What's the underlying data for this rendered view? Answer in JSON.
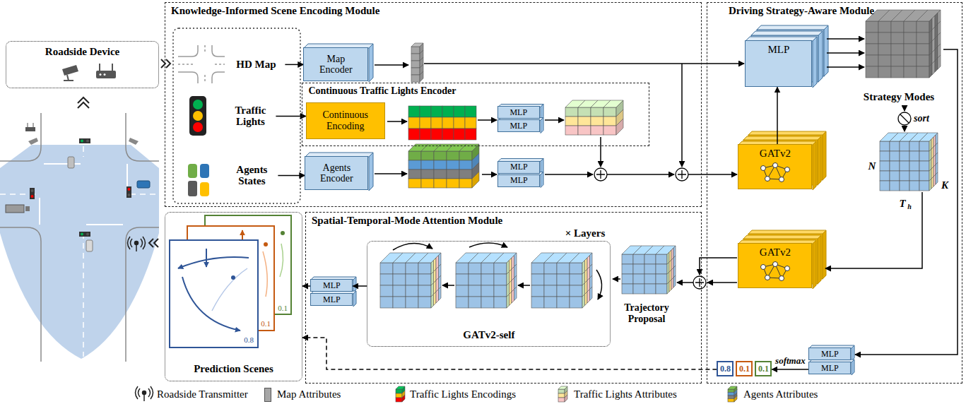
{
  "diagram": {
    "nodes": [
      {
        "text": [
          "Roadside Device"
        ]
      },
      {
        "text": [
          "Knowledge-Informed Scene Encoding Module"
        ]
      },
      {
        "text": [
          "HD Map"
        ],
        "in": 1
      },
      {
        "text": [
          "Map Encoder"
        ],
        "in": 1
      },
      {
        "text": [
          "Traffic Lights"
        ],
        "in": 1
      },
      {
        "text": [
          "Continuous Traffic Lights Encoder"
        ],
        "in": 1
      },
      {
        "text": [
          "Continuous Encoding"
        ],
        "in": 5
      },
      {
        "text": [
          "MLP"
        ],
        "in": 5
      },
      {
        "text": [
          "MLP"
        ],
        "in": 5
      },
      {
        "text": [
          "Agents States"
        ],
        "in": 1
      },
      {
        "text": [
          "Agents Encoder"
        ],
        "in": 1
      },
      {
        "text": [
          "MLP"
        ],
        "in": 1
      },
      {
        "text": [
          "MLP"
        ],
        "in": 1
      },
      {
        "text": [
          "Driving Strategy-Aware Module"
        ]
      },
      {
        "text": [
          "MLP"
        ],
        "in": 13
      },
      {
        "text": [
          "GATv2"
        ],
        "in": 13
      },
      {
        "text": [
          "GATv2"
        ],
        "in": 13
      },
      {
        "text": [
          "MLP"
        ],
        "in": 13
      },
      {
        "text": [
          "MLP"
        ],
        "in": 13
      },
      {
        "text": [
          "0.8"
        ],
        "in": 13
      },
      {
        "text": [
          "0.1"
        ],
        "in": 13
      },
      {
        "text": [
          "0.1"
        ],
        "in": 13
      },
      {
        "text": [
          "Spatial-Temporal-Mode Attention Module"
        ]
      },
      {
        "text": [
          "MLP"
        ],
        "in": 22
      },
      {
        "text": [
          "MLP"
        ],
        "in": 22
      },
      {
        "text": [
          "GATv2-self"
        ],
        "in": 22
      },
      {
        "text": [
          "Prediction Scenes"
        ]
      }
    ],
    "edges": [
      {
        "from": 2,
        "to": 3,
        "arrow": "to"
      },
      {
        "from": 4,
        "to": 6,
        "arrow": "to"
      },
      {
        "from": 9,
        "to": 10,
        "arrow": "to"
      },
      {
        "from": 15,
        "to": 14,
        "arrow": "to"
      },
      {
        "from": 18,
        "to": 21,
        "arrow": "to",
        "label": "softmax"
      },
      {
        "from": 25,
        "to": 23,
        "arrow": "to"
      },
      {
        "from": 23,
        "to": 26,
        "arrow": "to"
      },
      {
        "from": 19,
        "to": 26,
        "arrow": "to"
      }
    ],
    "labels": [
      "Strategy Modes",
      "sort",
      "N",
      "T",
      "h",
      "K",
      "× Layers",
      "Trajectory Proposal",
      "0.1",
      "0.1",
      "0.8"
    ],
    "legend": [
      {
        "text": "Roadside Transmitter"
      },
      {
        "text": "Map Attributes",
        "color": "#a6a6a6"
      },
      {
        "text": "Traffic Lights Encodings"
      },
      {
        "text": "Traffic Lights Attributes"
      },
      {
        "text": "Agents Attributes"
      }
    ]
  }
}
